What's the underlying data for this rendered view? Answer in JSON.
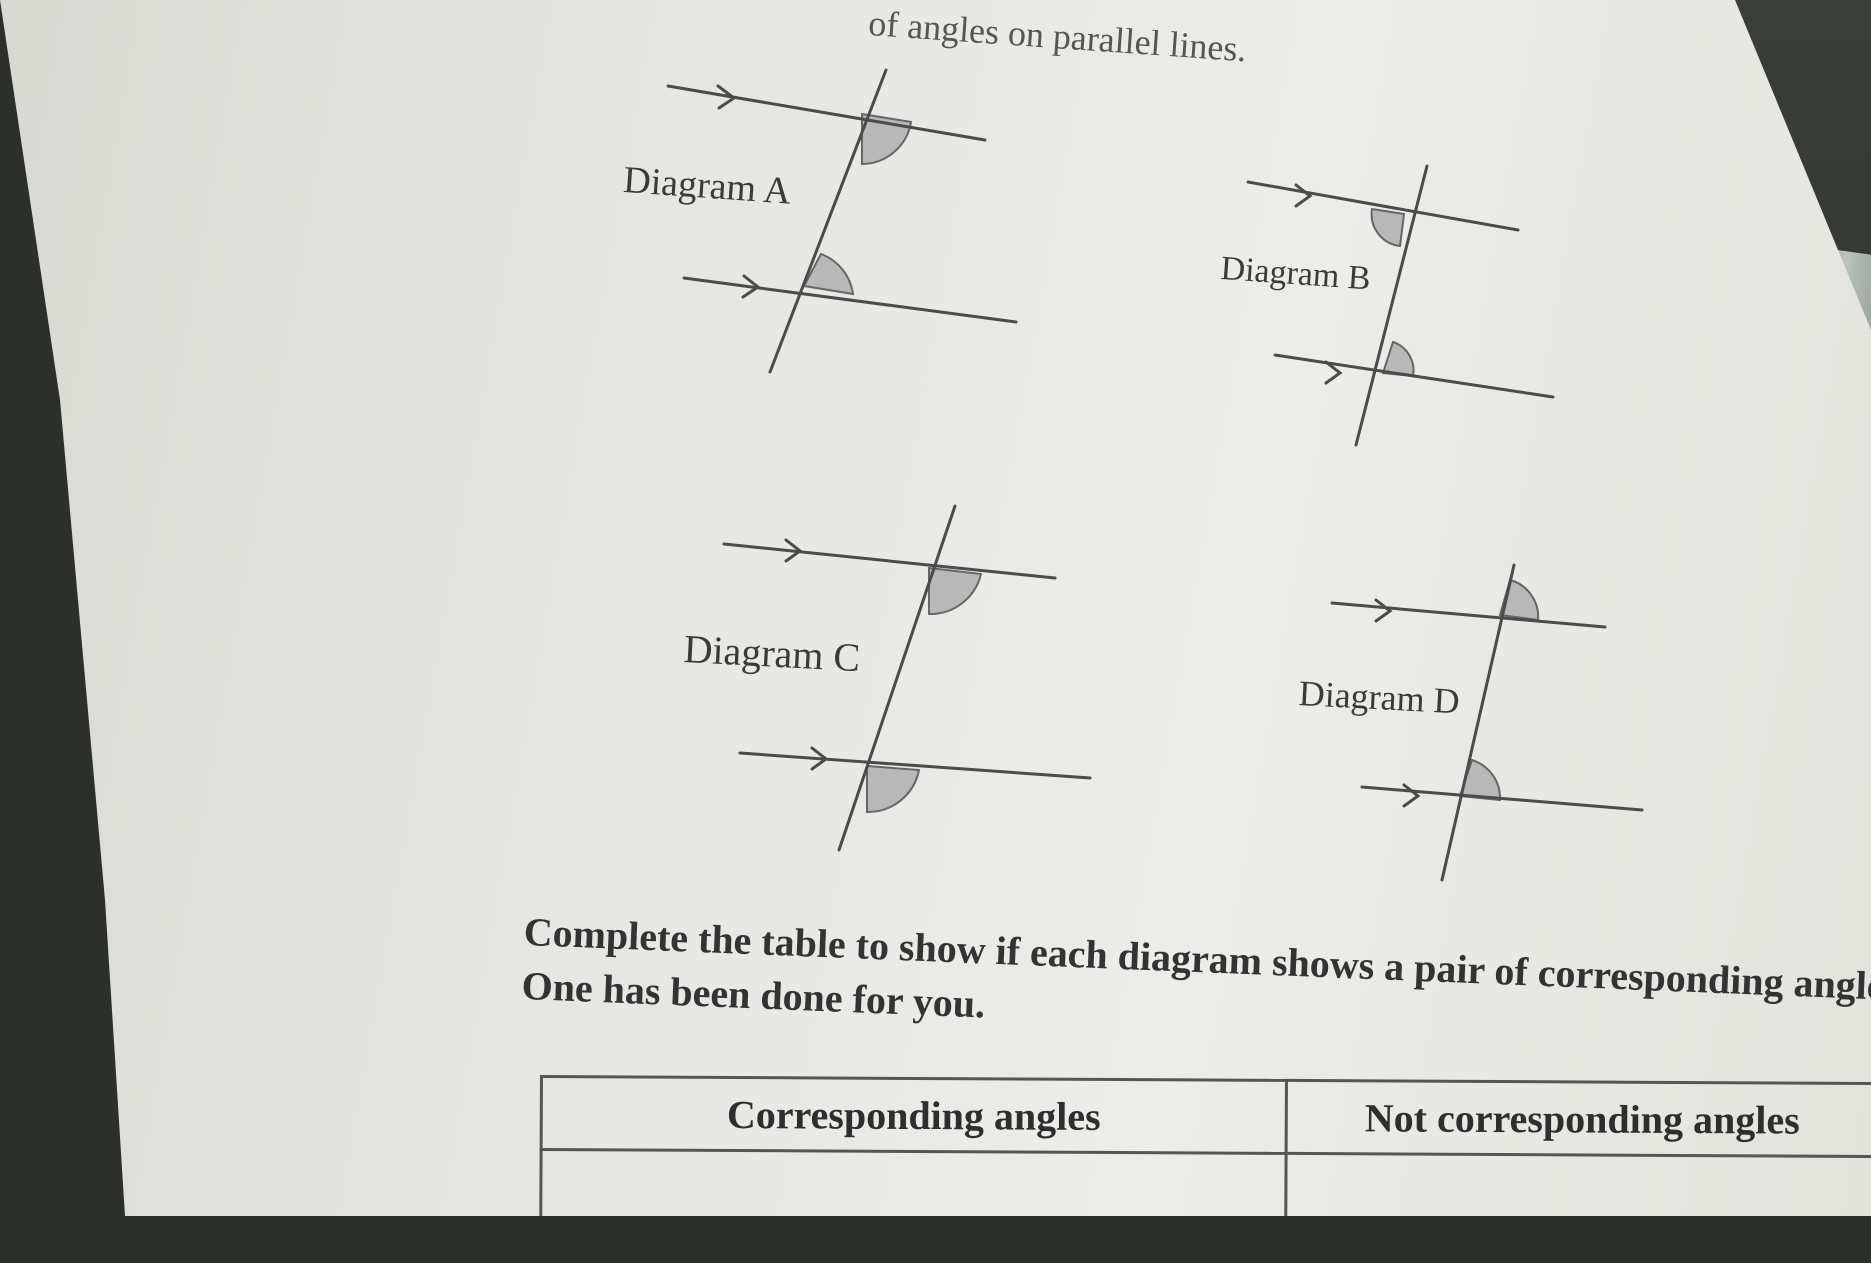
{
  "page": {
    "heading": "of angles on parallel lines.",
    "diagram_labels": [
      "Diagram A",
      "Diagram B",
      "Diagram C",
      "Diagram D"
    ],
    "instruction_line1": "Complete the table to show if each diagram shows a pair of corresponding angles or not.",
    "instruction_line2": "One has been done for you."
  },
  "table": {
    "headers": [
      "Corresponding angles",
      "Not corresponding angles"
    ]
  },
  "colors": {
    "paper": "#e6e6e2",
    "ink": "#4a4a4a",
    "angle_shading": "#b5b5b5"
  }
}
